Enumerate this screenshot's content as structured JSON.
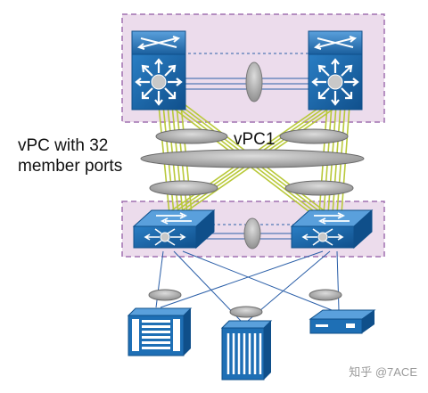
{
  "labels": {
    "vpc_member_ports_line1": "vPC with 32",
    "vpc_member_ports_line2": "member ports",
    "vpc_name": "vPC1"
  },
  "watermark": "知乎 @7ACE",
  "colors": {
    "domain_fill": "#ecdcec",
    "domain_border": "#a070b0",
    "device_blue": "#1e6fb5",
    "device_dark": "#0f4f8a",
    "device_light": "#5aa0dc",
    "link_green": "#b9c93a",
    "link_blue": "#2b5fa8",
    "ellipse_grey": "#9a9a9a"
  },
  "icons": {
    "core_switch": "nexus-7000-switch-icon",
    "access_switch": "layer3-switch-icon",
    "server_blade": "blade-server-icon",
    "server_tower": "rack-server-icon",
    "server_box": "rack-appliance-icon"
  }
}
